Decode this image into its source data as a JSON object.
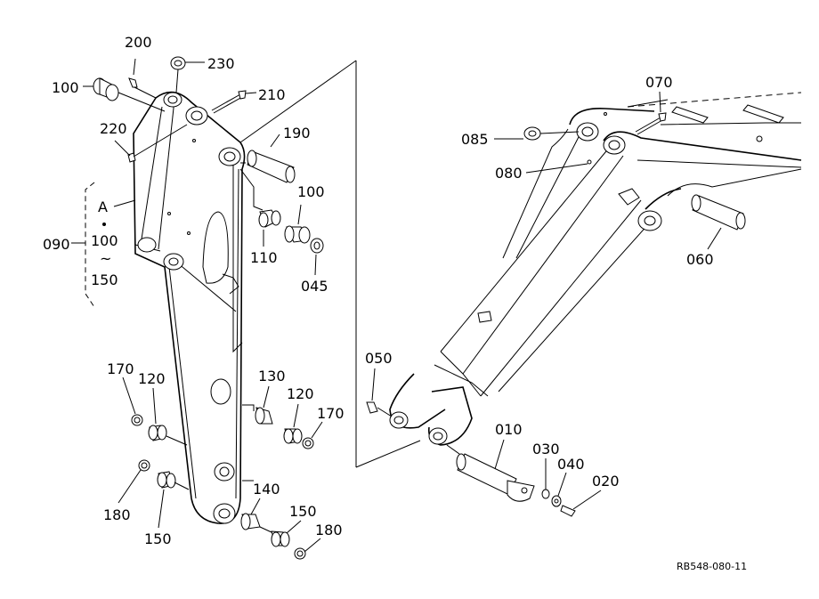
{
  "labels": {
    "p200": "200",
    "p230": "230",
    "p100a": "100",
    "p210": "210",
    "p220": "220",
    "p190": "190",
    "p100b": "100",
    "p110": "110",
    "p045": "045",
    "p090": "090",
    "group_a": "A",
    "group_from": "100",
    "group_tilde": "~",
    "group_to": "150",
    "p170a": "170",
    "p120a": "120",
    "p130": "130",
    "p120b": "120",
    "p170b": "170",
    "p180a": "180",
    "p150a": "150",
    "p140": "140",
    "p150b": "150",
    "p180b": "180",
    "p070": "070",
    "p085": "085",
    "p080": "080",
    "p060": "060",
    "p050": "050",
    "p010": "010",
    "p030": "030",
    "p040": "040",
    "p020": "020"
  },
  "reference_code": "RB548-080-11"
}
